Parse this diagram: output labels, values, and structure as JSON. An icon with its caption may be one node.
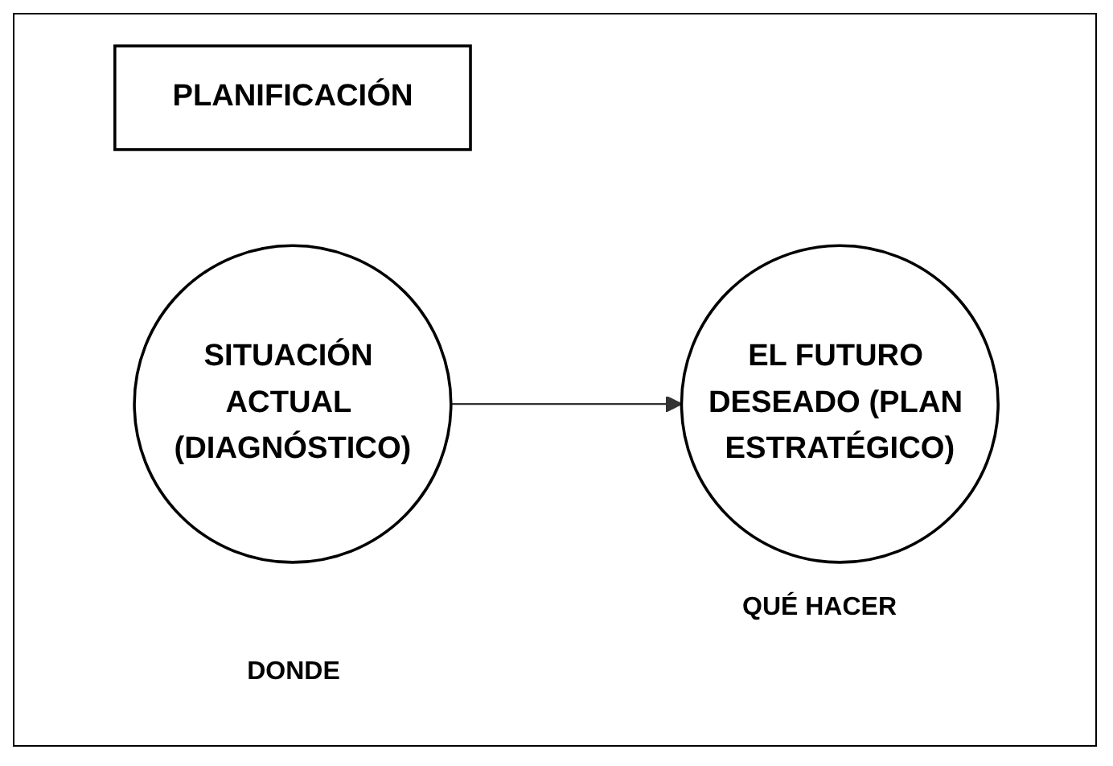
{
  "diagram": {
    "nodes": [
      {
        "text": [
          "PLANIFICACIÓN"
        ]
      },
      {
        "text": [
          "SITUACIÓN ACTUAL (DIAGNÓSTICO)"
        ]
      },
      {
        "text": [
          "EL FUTURO DESEADO (PLAN ESTRATÉGICO)"
        ]
      }
    ],
    "edges": [
      {
        "from": 1,
        "to": 2,
        "arrow": "to"
      }
    ],
    "labels": [
      "QUÉ HACER",
      "DONDE"
    ]
  }
}
